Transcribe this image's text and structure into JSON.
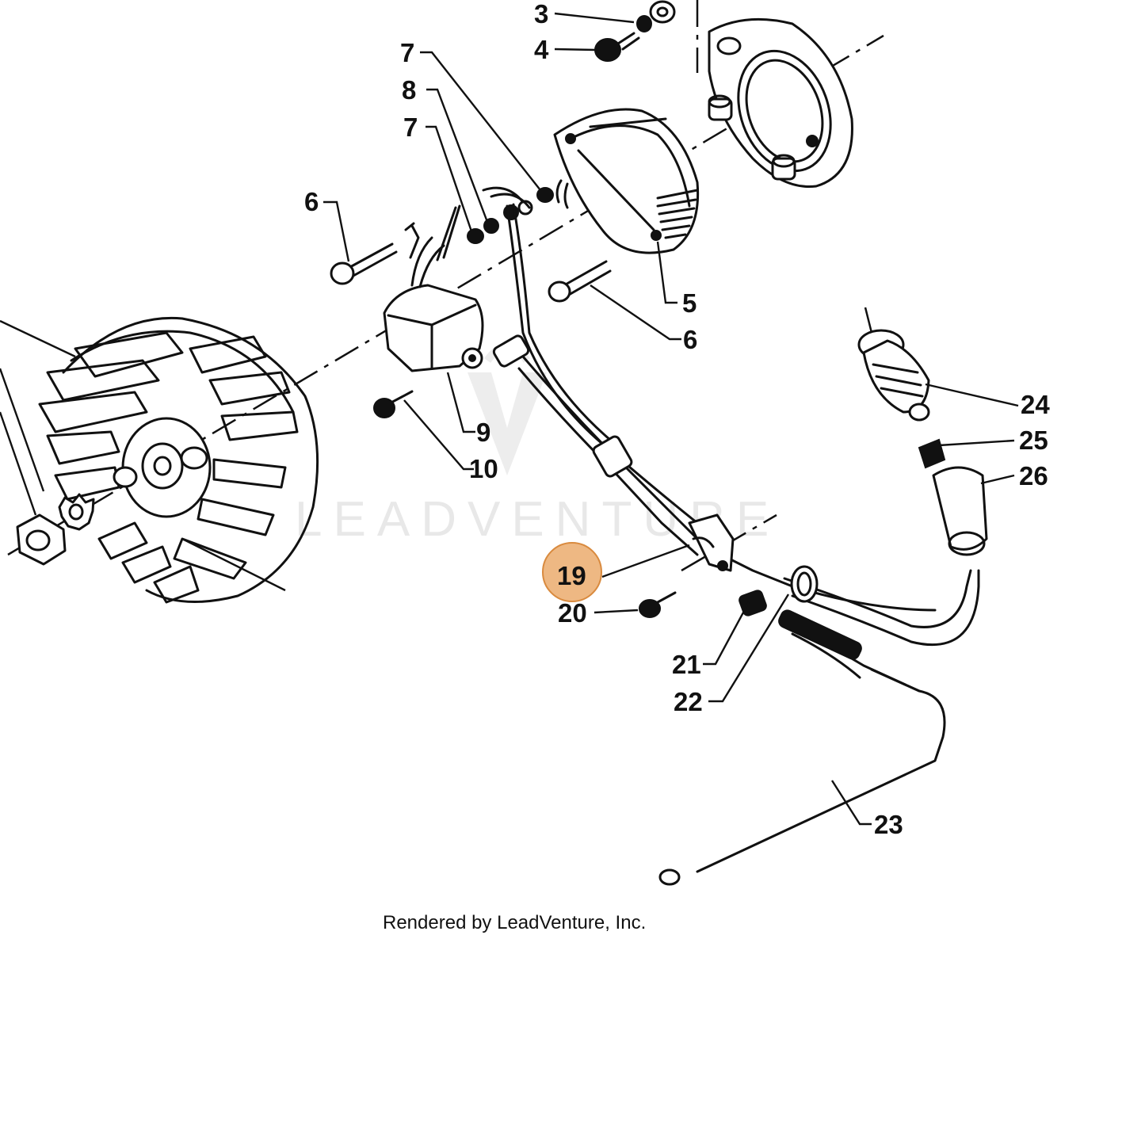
{
  "diagram": {
    "highlighted_part": "19",
    "highlight_color": "#e8a05a",
    "footer": "Rendered by LeadVenture, Inc.",
    "watermark": "LEADVENTURE",
    "labels": {
      "p3": "3",
      "p4": "4",
      "p5": "5",
      "p6a": "6",
      "p6b": "6",
      "p7a": "7",
      "p7b": "7",
      "p8": "8",
      "p9": "9",
      "p10": "10",
      "p19": "19",
      "p20": "20",
      "p21": "21",
      "p22": "22",
      "p23": "23",
      "p24": "24",
      "p25": "25",
      "p26": "26"
    }
  }
}
